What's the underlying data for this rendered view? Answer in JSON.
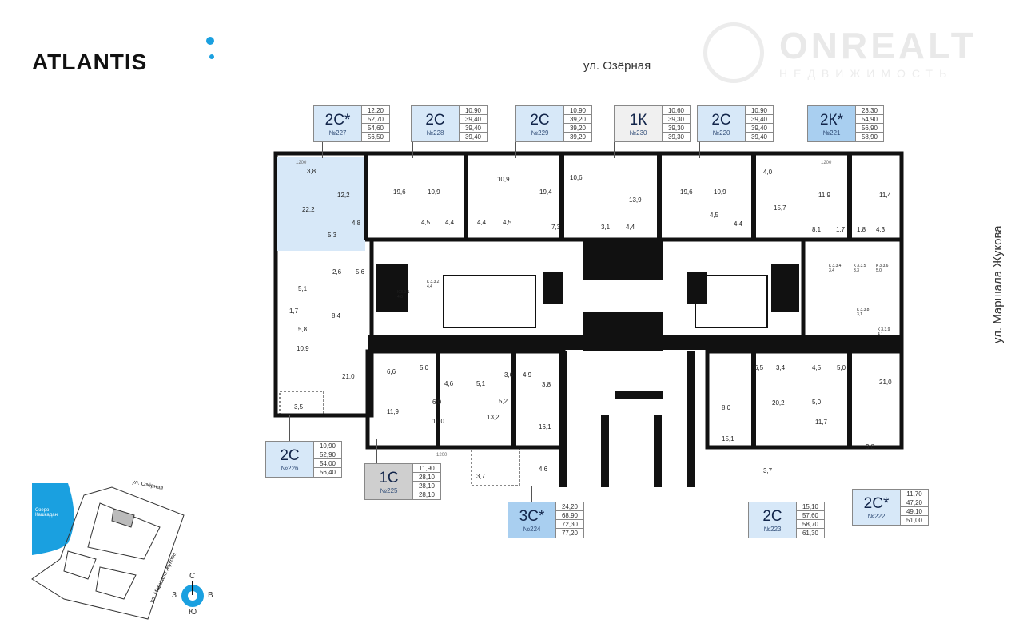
{
  "brand": {
    "logo": "ATLANTIS",
    "watermark": "ONREALT",
    "watermark_sub": "НЕДВИЖИМОСТЬ"
  },
  "streets": {
    "top": "ул. Озёрная",
    "right": "ул. Маршала Жукова"
  },
  "apartments": [
    {
      "type": "2С*",
      "number": "№227",
      "areas": [
        "12,20",
        "52,70",
        "54,60",
        "56,50"
      ]
    },
    {
      "type": "2С",
      "number": "№228",
      "areas": [
        "10,90",
        "39,40",
        "39,40",
        "39,40"
      ]
    },
    {
      "type": "2С",
      "number": "№229",
      "areas": [
        "10,90",
        "39,20",
        "39,20",
        "39,20"
      ]
    },
    {
      "type": "1К",
      "number": "№230",
      "areas": [
        "10,60",
        "39,30",
        "39,30",
        "39,30"
      ]
    },
    {
      "type": "2С",
      "number": "№220",
      "areas": [
        "10,90",
        "39,40",
        "39,40",
        "39,40"
      ]
    },
    {
      "type": "2К*",
      "number": "№221",
      "areas": [
        "23,30",
        "54,90",
        "56,90",
        "58,90"
      ]
    },
    {
      "type": "2С",
      "number": "№226",
      "areas": [
        "10,90",
        "52,90",
        "54,00",
        "56,40"
      ]
    },
    {
      "type": "1С",
      "number": "№225",
      "areas": [
        "11,90",
        "28,10",
        "28,10",
        "28,10"
      ]
    },
    {
      "type": "3С*",
      "number": "№224",
      "areas": [
        "24,20",
        "68,90",
        "72,30",
        "77,20"
      ]
    },
    {
      "type": "2С",
      "number": "№223",
      "areas": [
        "15,10",
        "57,60",
        "58,70",
        "61,30"
      ]
    },
    {
      "type": "2С*",
      "number": "№222",
      "areas": [
        "11,70",
        "47,20",
        "49,10",
        "51,00"
      ]
    }
  ],
  "rooms": [
    "3,8",
    "22,2",
    "12,2",
    "4,8",
    "5,3",
    "2,6",
    "5,6",
    "19,6",
    "10,9",
    "4,5",
    "4,4",
    "10,9",
    "4,4",
    "4,5",
    "19,4",
    "10,6",
    "7,3",
    "13,9",
    "3,1",
    "4,4",
    "19,6",
    "10,9",
    "4,5",
    "4,4",
    "4,0",
    "15,7",
    "11,9",
    "11,4",
    "8,1",
    "1,7",
    "1,8",
    "4,3",
    "5,1",
    "1,7",
    "8,4",
    "5,8",
    "10,9",
    "21,0",
    "3,5",
    "6,6",
    "5,0",
    "11,9",
    "4,6",
    "6,0",
    "11,0",
    "5,1",
    "3,6",
    "4,9",
    "5,2",
    "3,8",
    "13,2",
    "16,1",
    "3,7",
    "4,6",
    "8,0",
    "15,1",
    "6,5",
    "3,4",
    "20,2",
    "3,7",
    "4,5",
    "5,0",
    "5,0",
    "11,7",
    "21,0",
    "3,8"
  ],
  "storage": [
    {
      "label": "К 3.3.1",
      "area": "4,0"
    },
    {
      "label": "К 3.3.2",
      "area": "4,4"
    },
    {
      "label": "К 3.3.4",
      "area": "3,4"
    },
    {
      "label": "К 3.3.5",
      "area": "3,3"
    },
    {
      "label": "К 3.3.6",
      "area": "5,0"
    },
    {
      "label": "К 3.3.8",
      "area": "3,1"
    },
    {
      "label": "К 3.3.9",
      "area": "4,1"
    }
  ],
  "window_label": "1200",
  "minimap": {
    "lake": "Озеро Кашкадан",
    "street_top": "ул. Озёрная",
    "street_right": "ул. Маршала Жукова"
  },
  "compass": {
    "n": "С",
    "s": "Ю",
    "w": "З",
    "e": "В"
  },
  "colors": {
    "accent": "#1aa0e0",
    "card_blue": "#d7e8f8",
    "card_blue_dark": "#a9cff0",
    "card_grey": "#cfcfcf"
  }
}
